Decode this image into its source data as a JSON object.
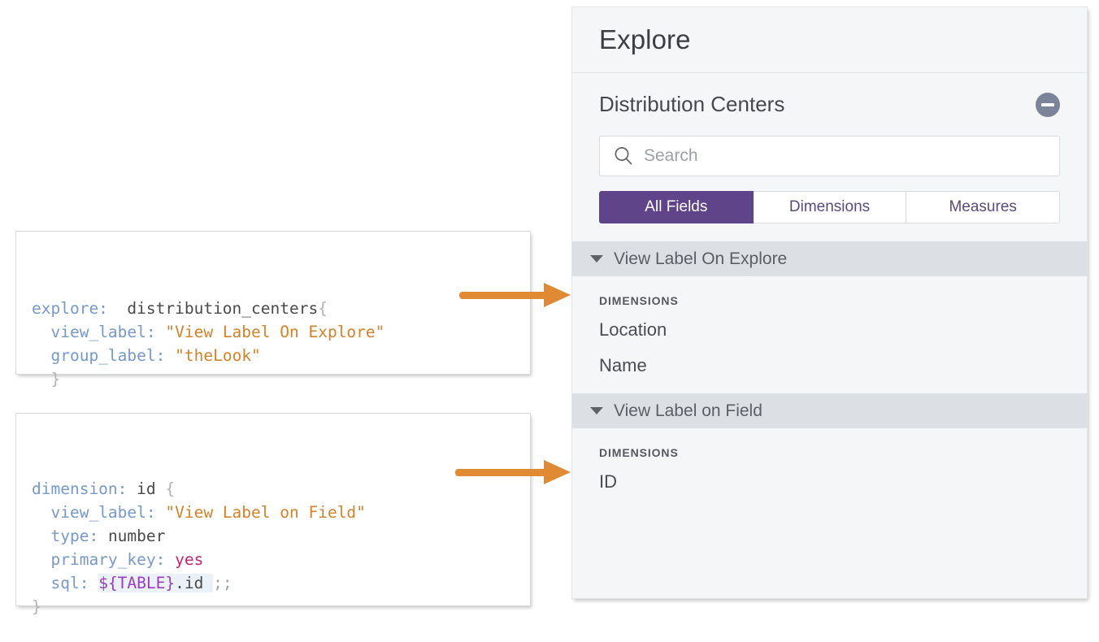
{
  "code_blocks": [
    {
      "name": "explore-snippet",
      "lines": [
        [
          {
            "t": "explore:",
            "c": "key"
          },
          {
            "t": "  ",
            "c": "plain"
          },
          {
            "t": "distribution_centers",
            "c": "plain"
          },
          {
            "t": "{",
            "c": "brace"
          }
        ],
        [
          {
            "t": "  ",
            "c": "plain"
          },
          {
            "t": "view_label:",
            "c": "key"
          },
          {
            "t": " ",
            "c": "plain"
          },
          {
            "t": "\"View Label On Explore\"",
            "c": "str"
          }
        ],
        [
          {
            "t": "  ",
            "c": "plain"
          },
          {
            "t": "group_label:",
            "c": "key"
          },
          {
            "t": " ",
            "c": "plain"
          },
          {
            "t": "\"theLook\"",
            "c": "str"
          }
        ],
        [
          {
            "t": "  ",
            "c": "plain"
          },
          {
            "t": "}",
            "c": "brace"
          }
        ]
      ]
    },
    {
      "name": "dimension-snippet",
      "lines": [
        [
          {
            "t": "dimension:",
            "c": "key"
          },
          {
            "t": " ",
            "c": "plain"
          },
          {
            "t": "id",
            "c": "plain"
          },
          {
            "t": " ",
            "c": "plain"
          },
          {
            "t": "{",
            "c": "brace"
          }
        ],
        [
          {
            "t": "  ",
            "c": "plain"
          },
          {
            "t": "view_label:",
            "c": "key"
          },
          {
            "t": " ",
            "c": "plain"
          },
          {
            "t": "\"View Label on Field\"",
            "c": "str"
          }
        ],
        [
          {
            "t": "  ",
            "c": "plain"
          },
          {
            "t": "type:",
            "c": "key"
          },
          {
            "t": " ",
            "c": "plain"
          },
          {
            "t": "number",
            "c": "plain"
          }
        ],
        [
          {
            "t": "  ",
            "c": "plain"
          },
          {
            "t": "primary_key:",
            "c": "key"
          },
          {
            "t": " ",
            "c": "plain"
          },
          {
            "t": "yes",
            "c": "bool"
          }
        ],
        [
          {
            "t": "  ",
            "c": "plain"
          },
          {
            "t": "sql:",
            "c": "key"
          },
          {
            "t": " ",
            "c": "plain"
          },
          {
            "t": "${TABLE}",
            "c": "var"
          },
          {
            "t": ".id ",
            "c": "var-sfx"
          },
          {
            "t": ";;",
            "c": "semi"
          }
        ],
        [
          {
            "t": "}",
            "c": "brace"
          }
        ]
      ]
    }
  ],
  "annotations": {
    "arrow_explore": {
      "label": "arrow-to-view-label-on-explore",
      "color": "#e08a33"
    },
    "arrow_field": {
      "label": "arrow-to-view-label-on-field",
      "color": "#e08a33"
    }
  },
  "panel": {
    "title": "Explore",
    "explore_name": "Distribution Centers",
    "collapse_icon": "minus-circle-icon",
    "search": {
      "icon": "search-icon",
      "placeholder": "Search",
      "value": ""
    },
    "tabs": [
      {
        "label": "All Fields",
        "active": true
      },
      {
        "label": "Dimensions",
        "active": false
      },
      {
        "label": "Measures",
        "active": false
      }
    ],
    "field_groups": [
      {
        "title": "View Label On Explore",
        "caret": "caret-down-icon",
        "expanded": true,
        "subgroups": [
          {
            "label": "DIMENSIONS",
            "fields": [
              "Location",
              "Name"
            ]
          }
        ]
      },
      {
        "title": "View Label on Field",
        "caret": "caret-down-icon",
        "expanded": true,
        "subgroups": [
          {
            "label": "DIMENSIONS",
            "fields": [
              "ID"
            ]
          }
        ]
      }
    ]
  },
  "colors": {
    "accent_purple": "#604489",
    "arrow_orange": "#e08a33",
    "group_header_gray": "#dcdfe3",
    "panel_bg": "#f5f6f7",
    "code_keyword": "#7699c9",
    "code_string": "#d2822b",
    "code_boolean": "#c2266f",
    "code_variable": "#9b3cc0"
  }
}
